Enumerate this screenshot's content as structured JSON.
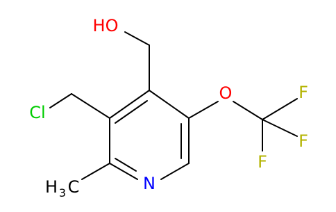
{
  "molecule": {
    "atom_labels": {
      "hydroxyl": "HO",
      "chlorine": "Cl",
      "oxygen_ether": "O",
      "fluorine_1": "F",
      "fluorine_2": "F",
      "fluorine_3": "F",
      "nitrogen": "N",
      "methyl_H": "H",
      "methyl_sub": "3",
      "methyl_C": "C"
    },
    "colors": {
      "bond": "#000000",
      "oxygen": "#ff0000",
      "chlorine": "#00cc00",
      "fluorine": "#b3b300",
      "nitrogen": "#0000ff",
      "carbon_hydrogen": "#000000"
    }
  }
}
